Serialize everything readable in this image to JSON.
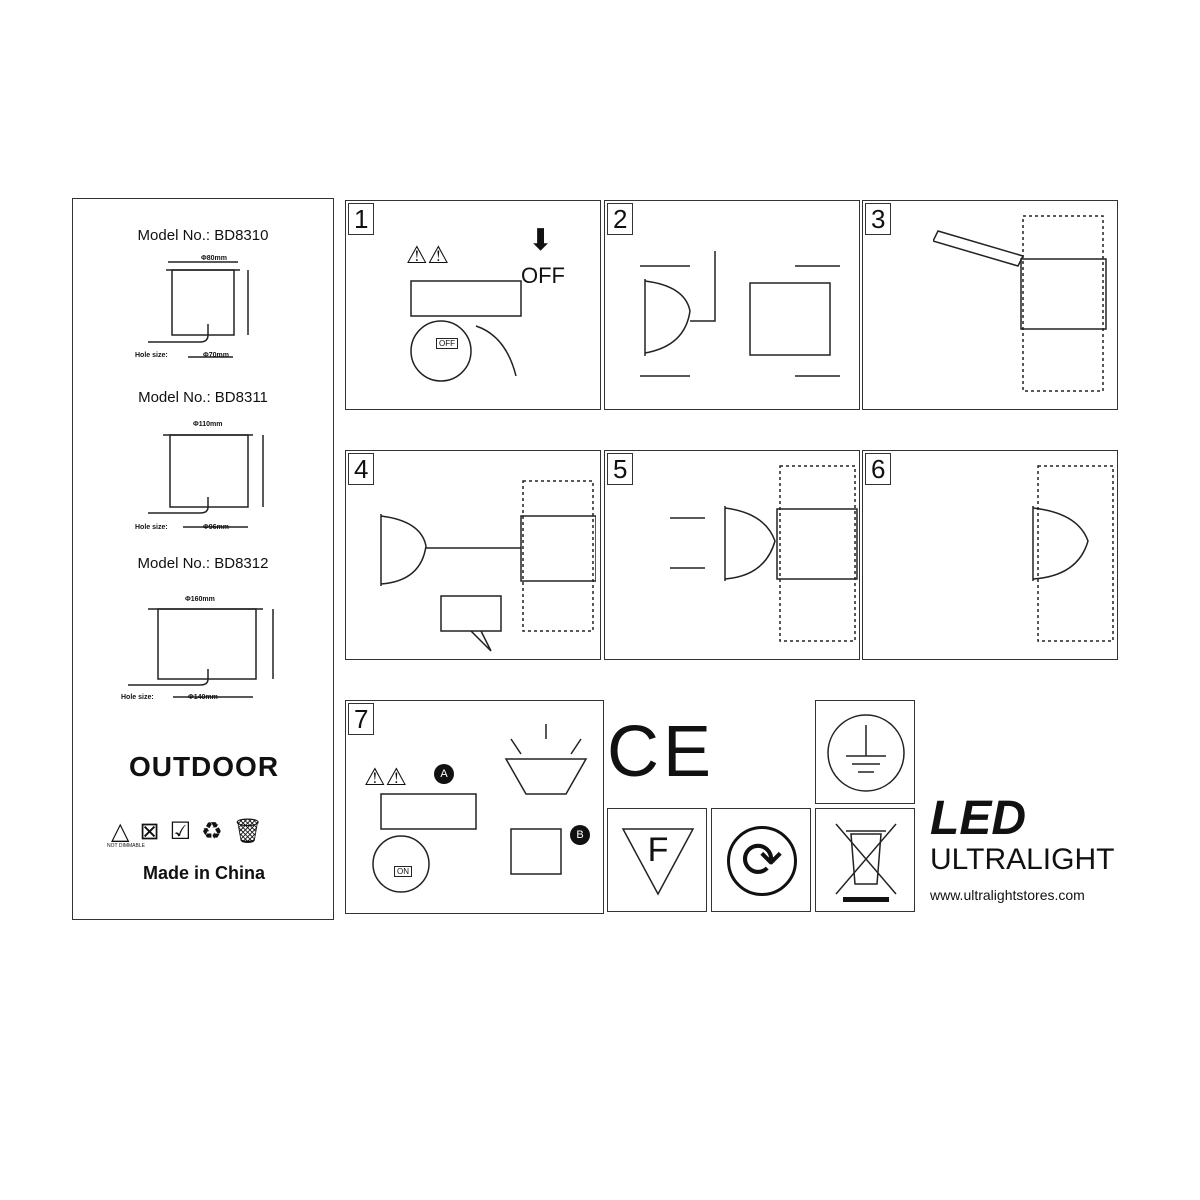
{
  "left_panel": {
    "models": [
      {
        "label": "Model No.: BD8310",
        "diameter": "Φ80mm",
        "hole": "Φ70mm"
      },
      {
        "label": "Model No.: BD8311",
        "diameter": "Φ110mm",
        "hole": "Φ96mm"
      },
      {
        "label": "Model No.: BD8312",
        "diameter": "Φ160mm",
        "hole": "Φ140mm"
      }
    ],
    "hole_size_label": "Hole size:",
    "outdoor": "OUTDOOR",
    "not_dimmable": "NOT DIMMABLE",
    "made_in": "Made in China"
  },
  "steps": [
    {
      "number": "1",
      "off_label": "OFF",
      "switch_label": "OFF"
    },
    {
      "number": "2"
    },
    {
      "number": "3"
    },
    {
      "number": "4"
    },
    {
      "number": "5"
    },
    {
      "number": "6"
    },
    {
      "number": "7",
      "marker_a": "A",
      "marker_b": "B",
      "switch_label": "ON"
    }
  ],
  "symbols": {
    "ce": "CE",
    "f_mark": "F"
  },
  "brand": {
    "led": "LED",
    "name": "ULTRALIGHT",
    "url": "www.ultralightstores.com"
  }
}
